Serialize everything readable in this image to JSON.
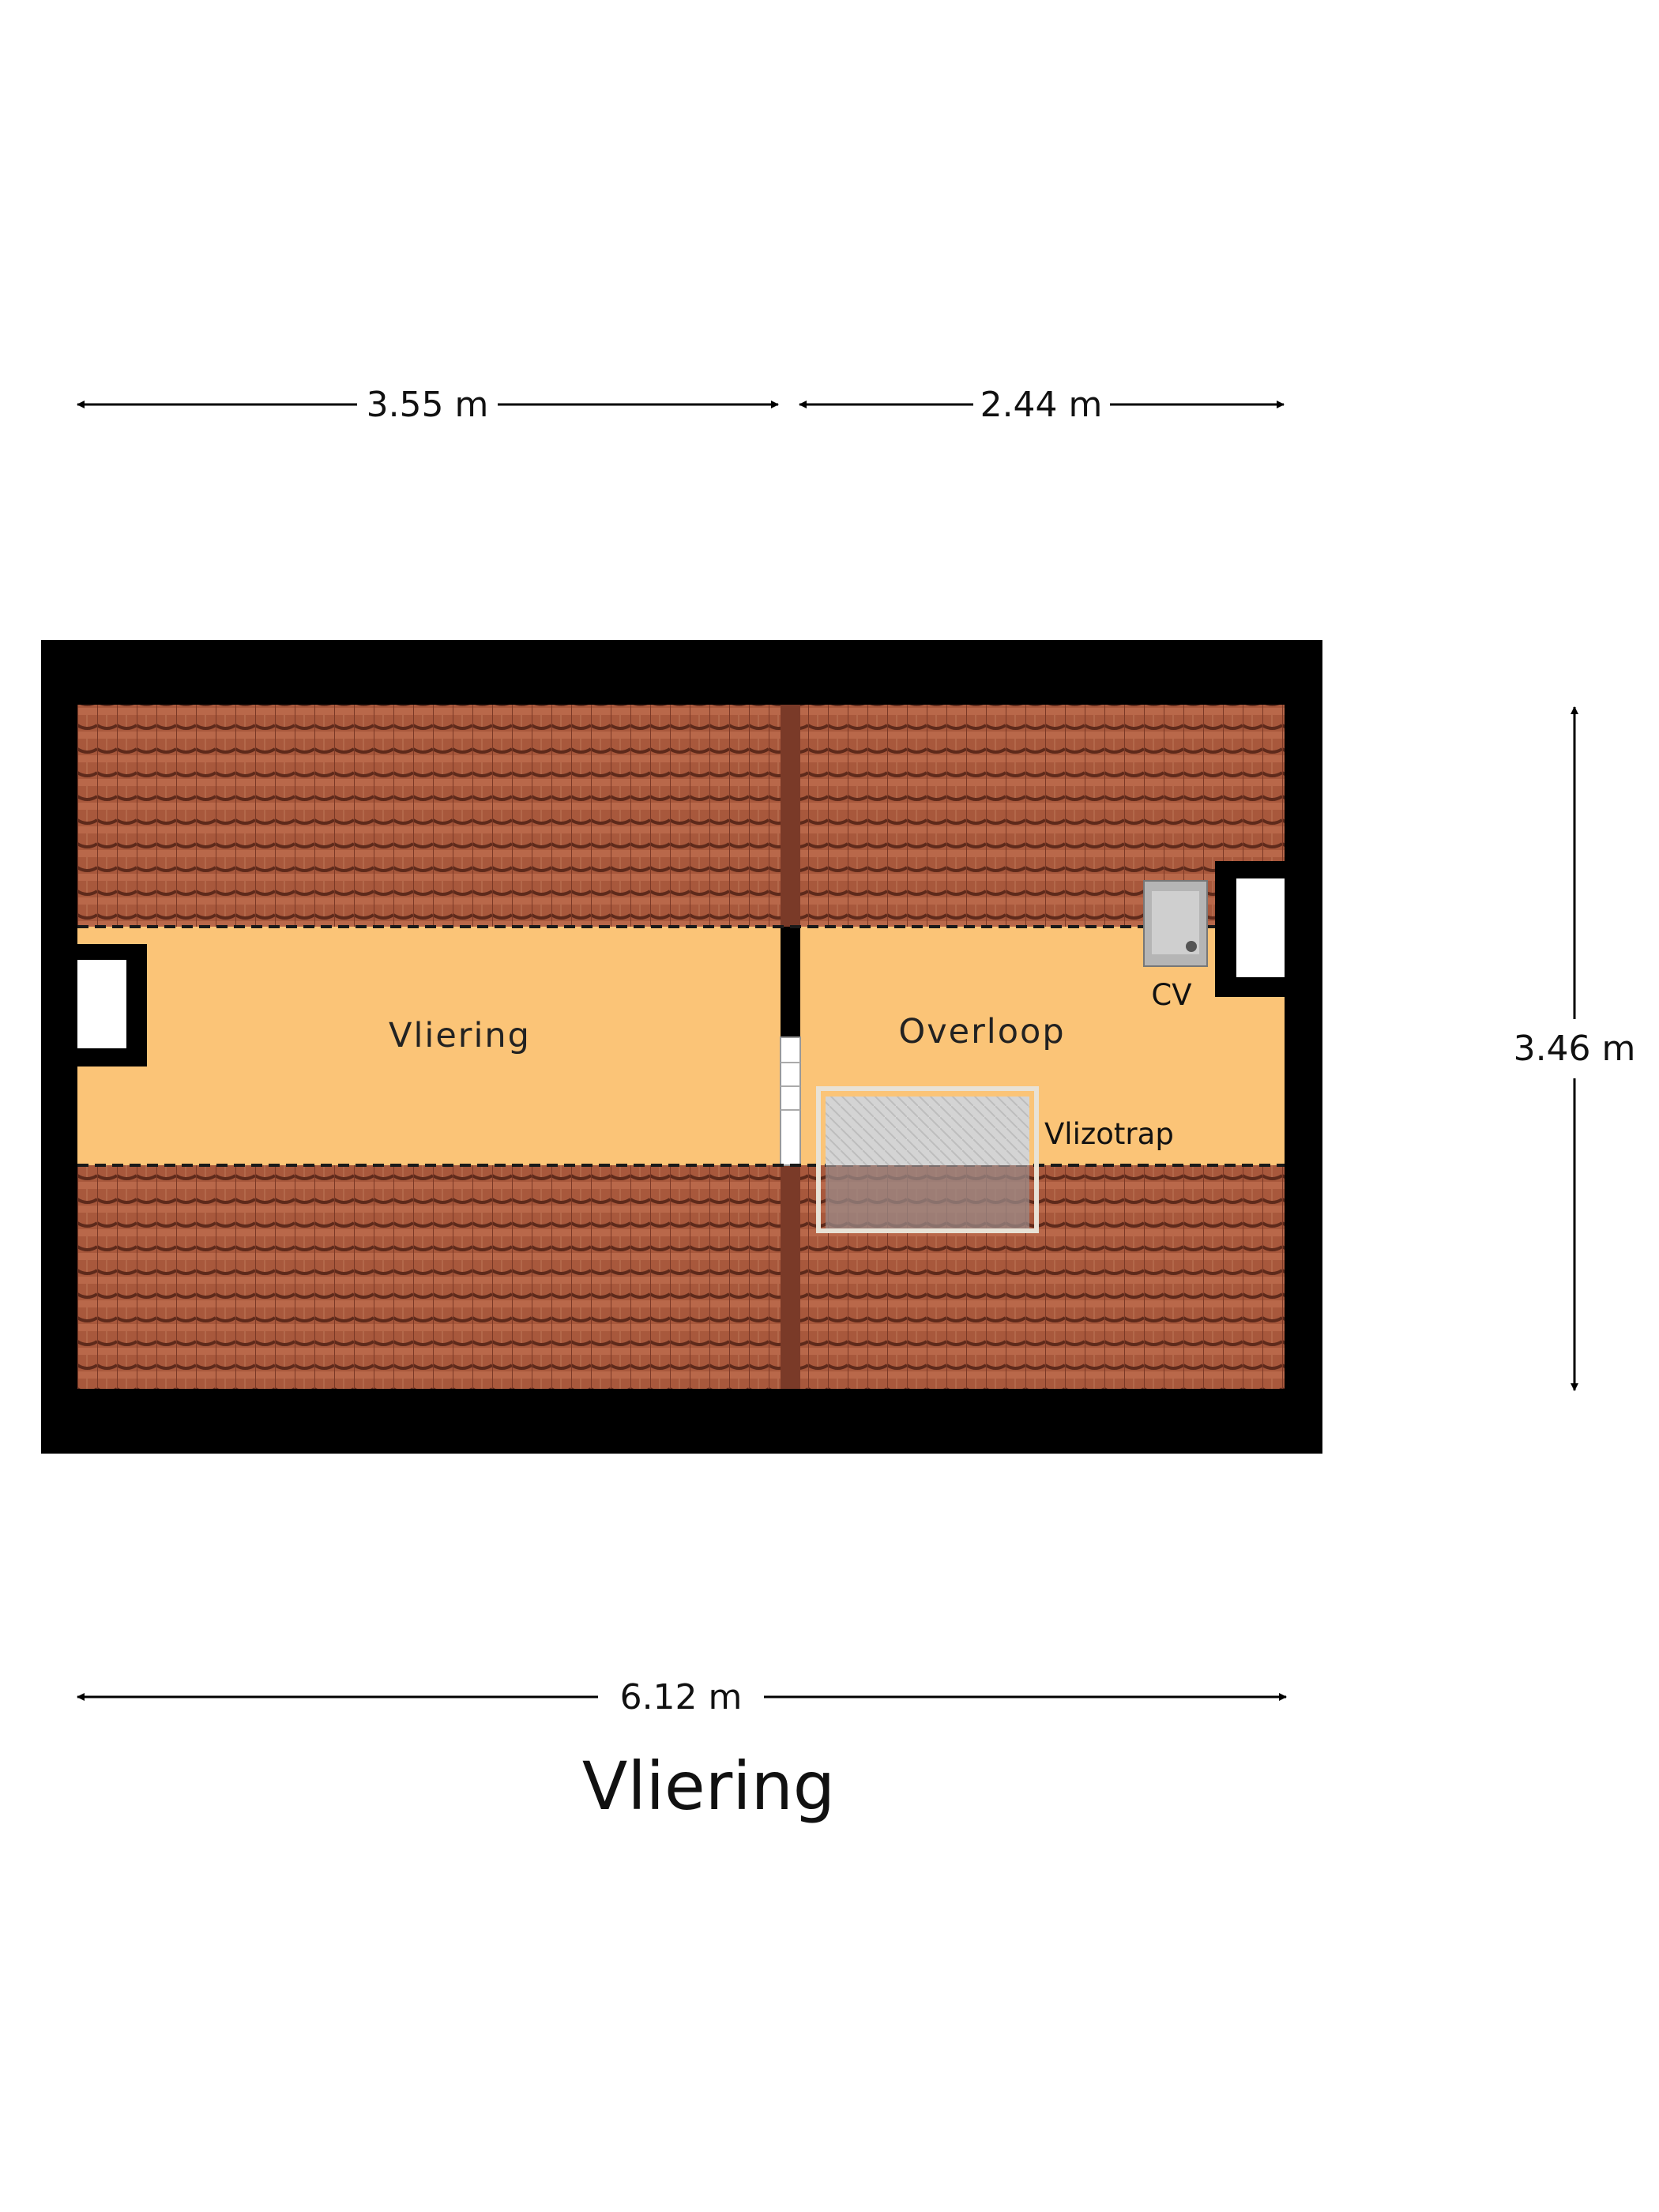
{
  "dimensions": {
    "top_left": "3.55 m",
    "top_right": "2.44 m",
    "right_height": "3.46 m",
    "bottom_total": "6.12 m"
  },
  "rooms": {
    "vliering": "Vliering",
    "overloop": "Overloop"
  },
  "labels": {
    "cv": "CV",
    "vlizotrap": "Vlizotrap"
  },
  "title": "Vliering",
  "colors": {
    "wall": "#000000",
    "floor": "#fbc477",
    "roof_tile": "#a8583c",
    "roof_tile_shadow": "#6e3322",
    "ridge": "#7a3a28",
    "hatch": "#cfcfcf"
  }
}
